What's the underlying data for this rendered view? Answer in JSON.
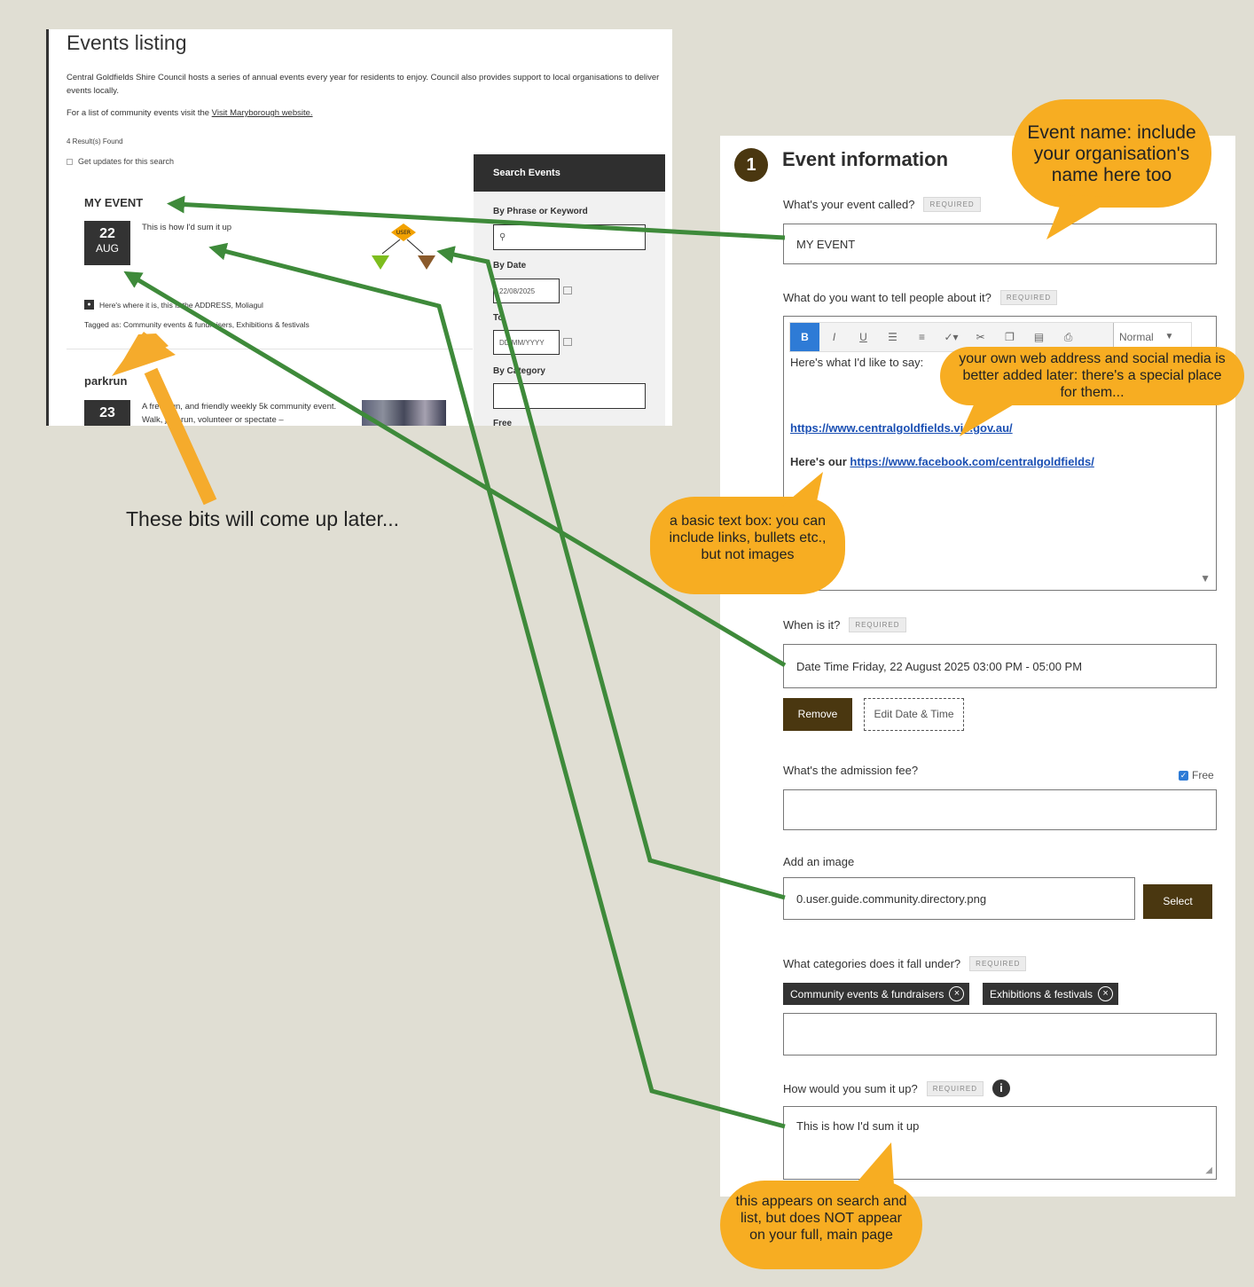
{
  "listing": {
    "page_title": "Events listing",
    "intro": "Central Goldfields Shire Council hosts a series of annual events every year for residents to enjoy. Council also provides support to local organisations to deliver events locally.",
    "intro2_prefix": "For a list of community events visit the ",
    "intro2_link": "Visit Maryborough website.",
    "results_count": "4 Result(s) Found",
    "updates_label": "Get updates for this search",
    "event1": {
      "title": "MY EVENT",
      "day": "22",
      "month": "AUG",
      "summary": "This is how I'd sum it up",
      "location": "Here's where it is, this is the ADDRESS, Moliagul",
      "tags": "Tagged as: Community events & fundraisers, Exhibitions & festivals"
    },
    "event2": {
      "title": "parkrun",
      "day": "23",
      "desc": "A free, fun, and friendly weekly 5k community event. Walk, jog, run, volunteer or spectate –"
    },
    "diagram_label": "USER",
    "search": {
      "heading": "Search Events",
      "phrase_label": "By Phrase or Keyword",
      "date_label": "By Date",
      "date_value": "22/08/2025",
      "to_label": "To",
      "to_placeholder": "DD/MM/YYYY",
      "category_label": "By Category",
      "free_label": "Free"
    }
  },
  "annotation_left": "These bits will come up later...",
  "form": {
    "step_number": "1",
    "step_title": "Event information",
    "required_tag": "REQUIRED",
    "name_label": "What's your event called?",
    "name_value": "MY EVENT",
    "tell_label": "What do you want to tell people about it?",
    "toolbar": {
      "bold": "B",
      "italic": "I",
      "underline": "U",
      "format": "Normal"
    },
    "tell_line1": "Here's what I'd like to say:",
    "tell_link1": "https://www.centralgoldfields.vic.gov.au/",
    "tell_line3_prefix": "Here's our ",
    "tell_link2": "https://www.facebook.com/centralgoldfields/",
    "when_label": "When is it?",
    "when_value": "Date Time Friday, 22 August 2025 03:00 PM - 05:00 PM",
    "remove_btn": "Remove",
    "edit_btn": "Edit Date & Time",
    "fee_label": "What's the admission fee?",
    "fee_value": "",
    "free_label": "Free",
    "image_label": "Add an image",
    "image_value": "0.user.guide.community.directory.png",
    "select_btn": "Select",
    "categories_label": "What categories does it fall under?",
    "category_tags": [
      "Community events & fundraisers",
      "Exhibitions & festivals"
    ],
    "sum_label": "How would you sum it up?",
    "sum_value": "This is how I'd sum it up"
  },
  "callouts": {
    "event_name": "Event name: include your organisation's name here too",
    "web_address": "your own web address and social media is better added later: there's a special place for them...",
    "text_box": "a basic text box: you can include links, bullets etc., but not images",
    "sum_up": "this appears on search and list, but does NOT appear on your full, main page"
  },
  "colors": {
    "background": "#e0ded3",
    "callout": "#f7ad22",
    "arrow": "#3e8a3a",
    "brand_dark": "#4a3710"
  }
}
